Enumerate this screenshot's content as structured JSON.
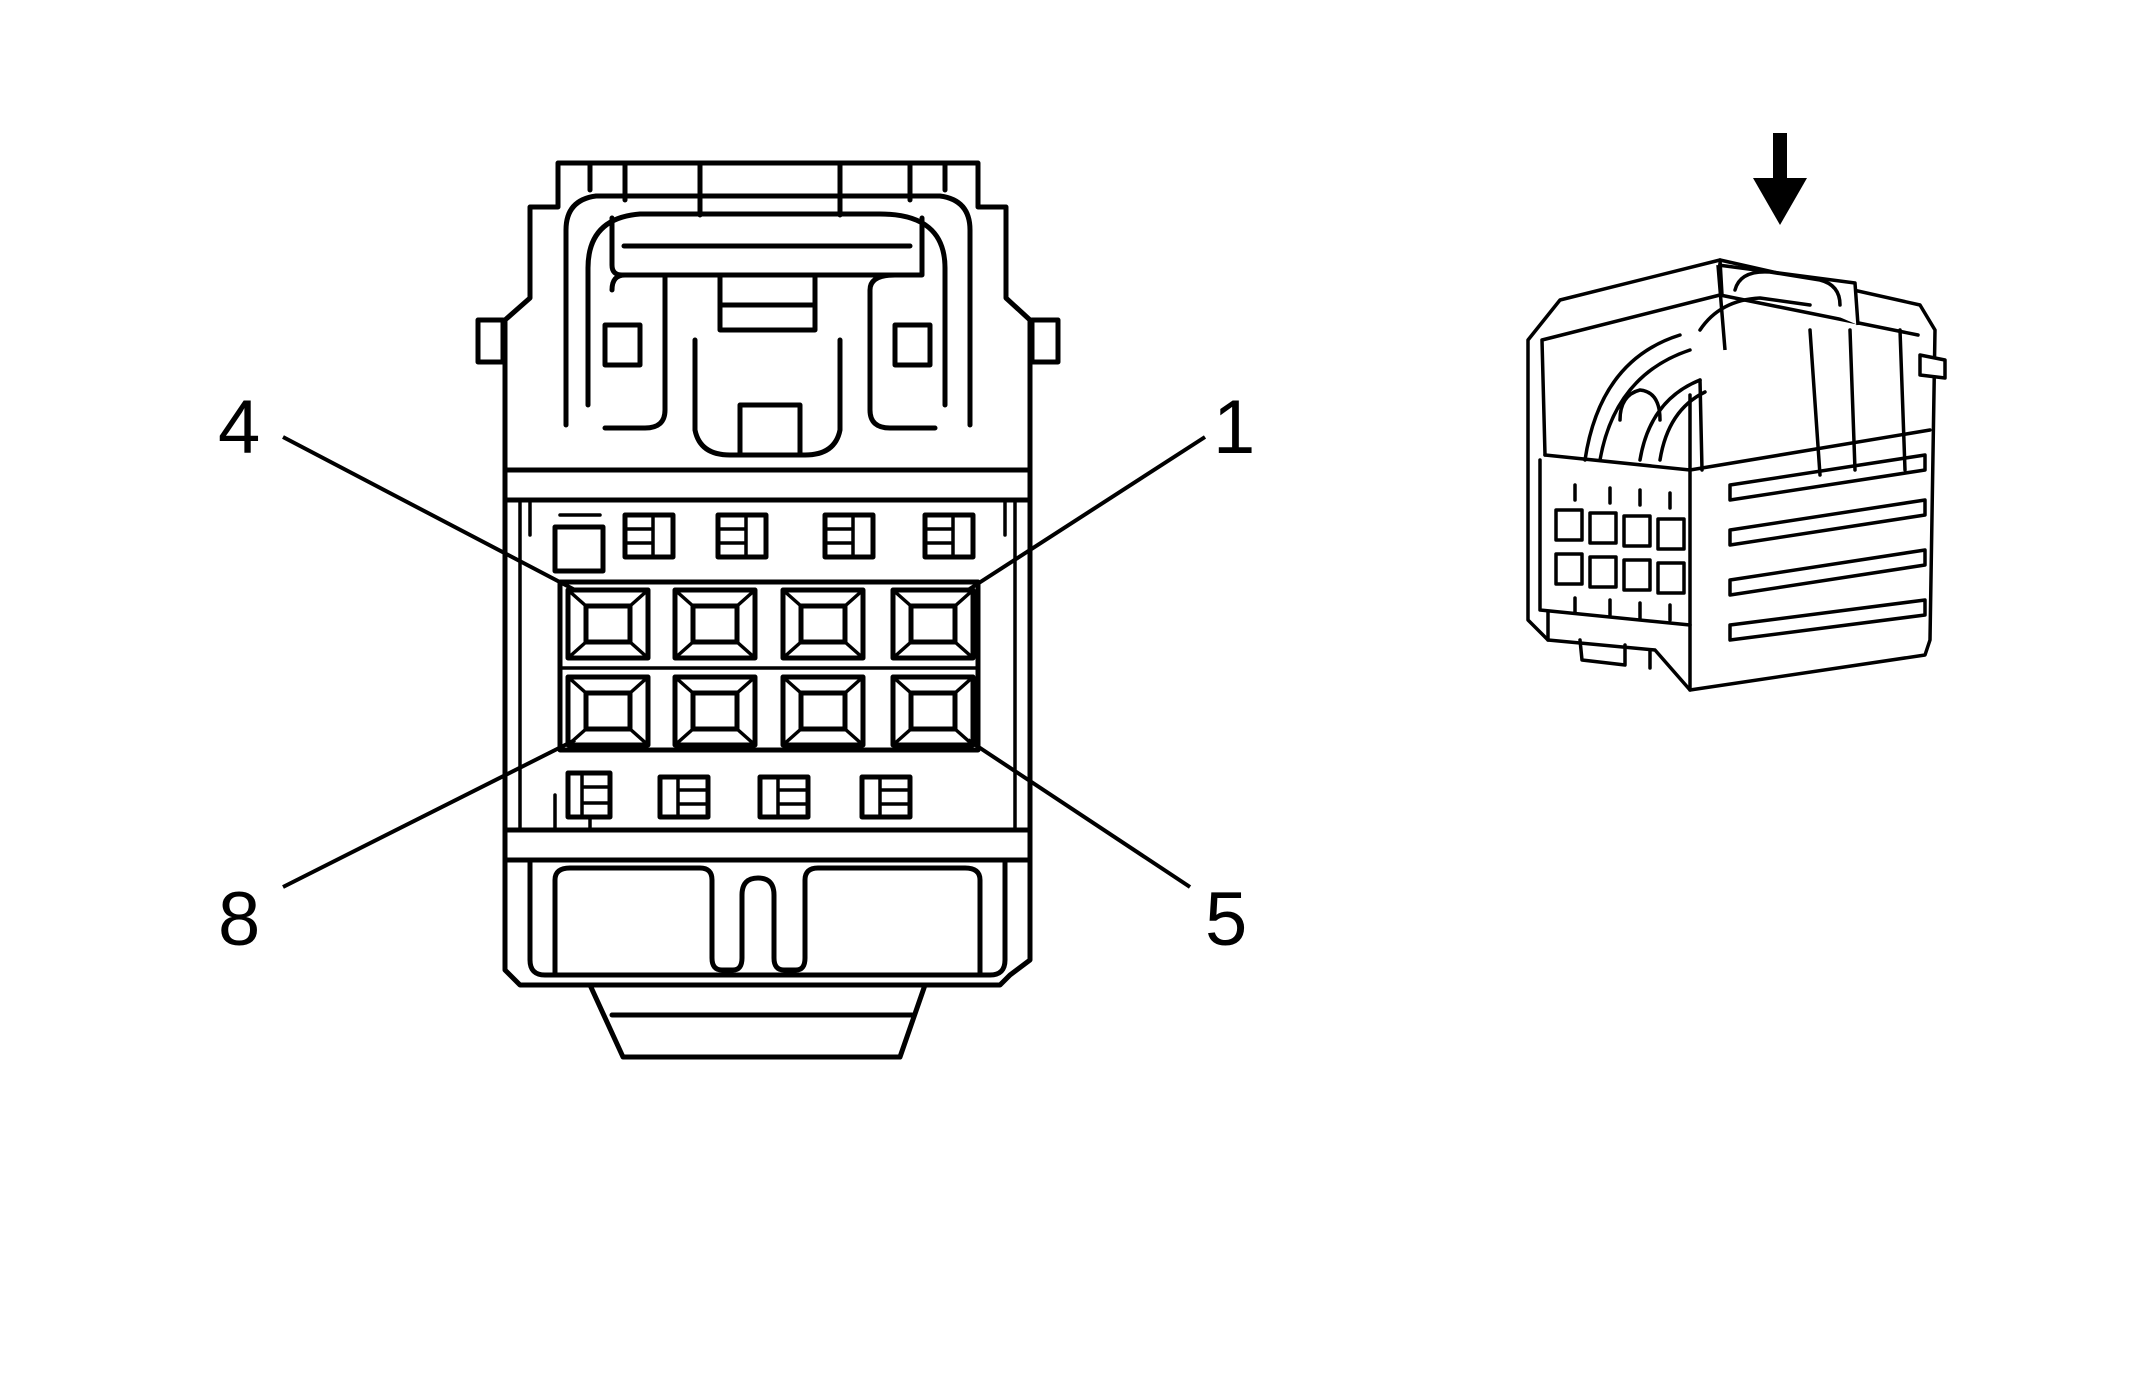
{
  "connector_face_view": {
    "rows": 2,
    "columns": 4,
    "cavity_count": 8
  },
  "pin_labels": {
    "pin_1": "1",
    "pin_4": "4",
    "pin_5": "5",
    "pin_8": "8"
  },
  "iso_view": {
    "indicator_icon": "arrow-down-icon"
  }
}
